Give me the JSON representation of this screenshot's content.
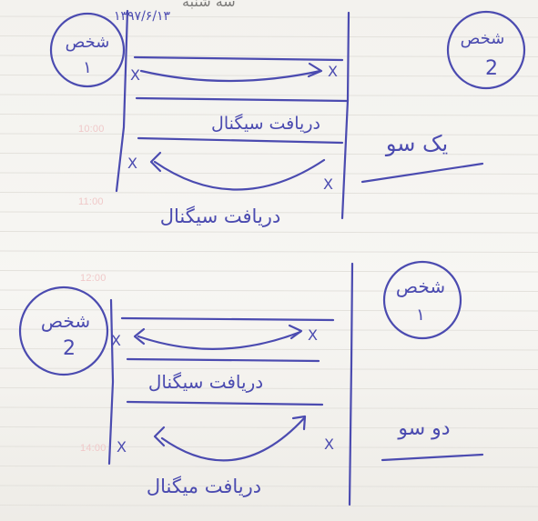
{
  "header": {
    "day_name": "سه شنبه",
    "date": "۱۳۹۷/۶/۱۳"
  },
  "planner_times": [
    "10:00",
    "11:00",
    "12:00",
    "14:00"
  ],
  "diagrams": [
    {
      "left_party": {
        "label": "شخص",
        "number": "١"
      },
      "right_party": {
        "label": "شخص",
        "number": "2"
      },
      "steps": [
        {
          "label": "دریافت سیگنال"
        },
        {
          "label": "دریافت سیگنال"
        }
      ],
      "result_label": "یک سو"
    },
    {
      "left_party": {
        "label": "شخص",
        "number": "2"
      },
      "right_party": {
        "label": "شخص",
        "number": "١"
      },
      "steps": [
        {
          "label": "دریافت سیگنال"
        },
        {
          "label": "دریافت میگنال"
        }
      ],
      "result_label": "دو سو"
    }
  ],
  "marker": "X",
  "colors": {
    "ink": "#4b4bb0",
    "paper": "#f5f4f0",
    "rule_line": "#e3e1dc",
    "time_label": "#f0c9c9"
  }
}
